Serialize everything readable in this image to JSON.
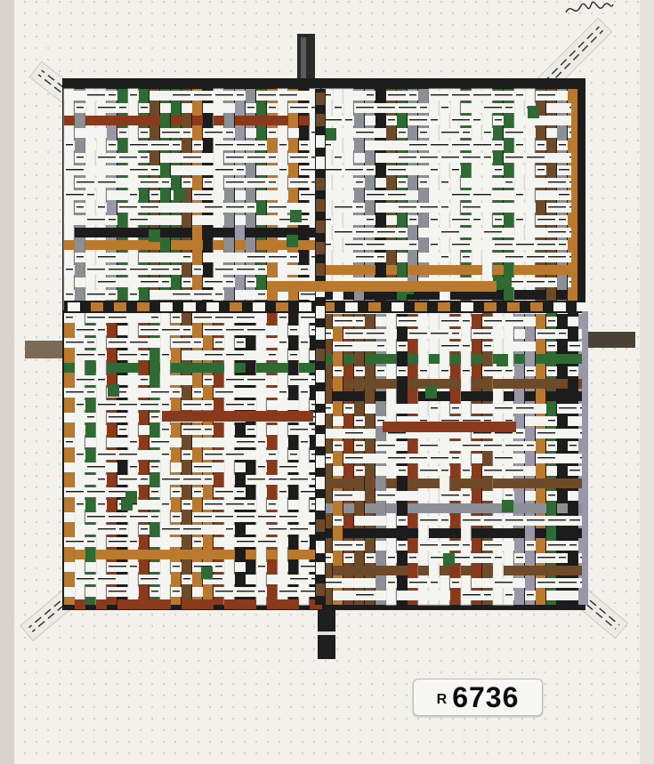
{
  "artwork": {
    "type": "woven paper collage in a dotted-grid sketchbook",
    "colors": {
      "page": "#f3f1ec",
      "grid_dot": "#b9b9b9",
      "page_binding": "#cfcac0",
      "newsprint": "#f4f4f0",
      "ink": "#161616",
      "green": "#2f6a35",
      "dark": "#1c1c1c",
      "rust": "#8a3a1c",
      "brown": "#6d4a2a",
      "grey": "#8d8f96",
      "lavender": "#9a97a8",
      "ochre": "#b9792e",
      "tape": "#ecebe6"
    }
  },
  "label": {
    "prefix": "R",
    "number": "6736"
  }
}
